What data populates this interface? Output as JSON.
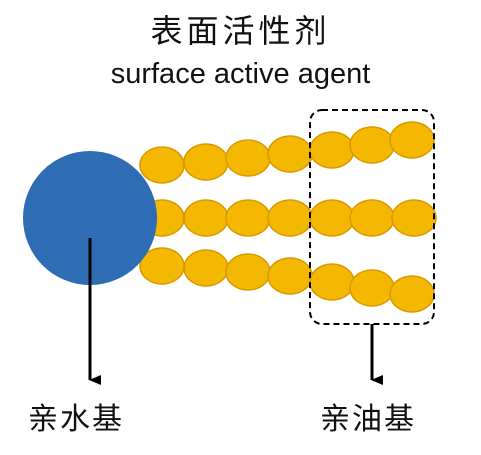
{
  "title_zh": "表面活性剂",
  "title_en": "surface active agent",
  "labels": {
    "hydrophilic": "亲水基",
    "lipophilic": "亲油基"
  },
  "colors": {
    "head": "#2E6DB4",
    "tail": "#F5B800",
    "tail_outline": "#D99A00",
    "line": "#000000"
  },
  "icons": {
    "head": "hydrophilic-head-circle",
    "tail": "hydrophobic-tail-chain",
    "arrow": "arrow-down"
  }
}
